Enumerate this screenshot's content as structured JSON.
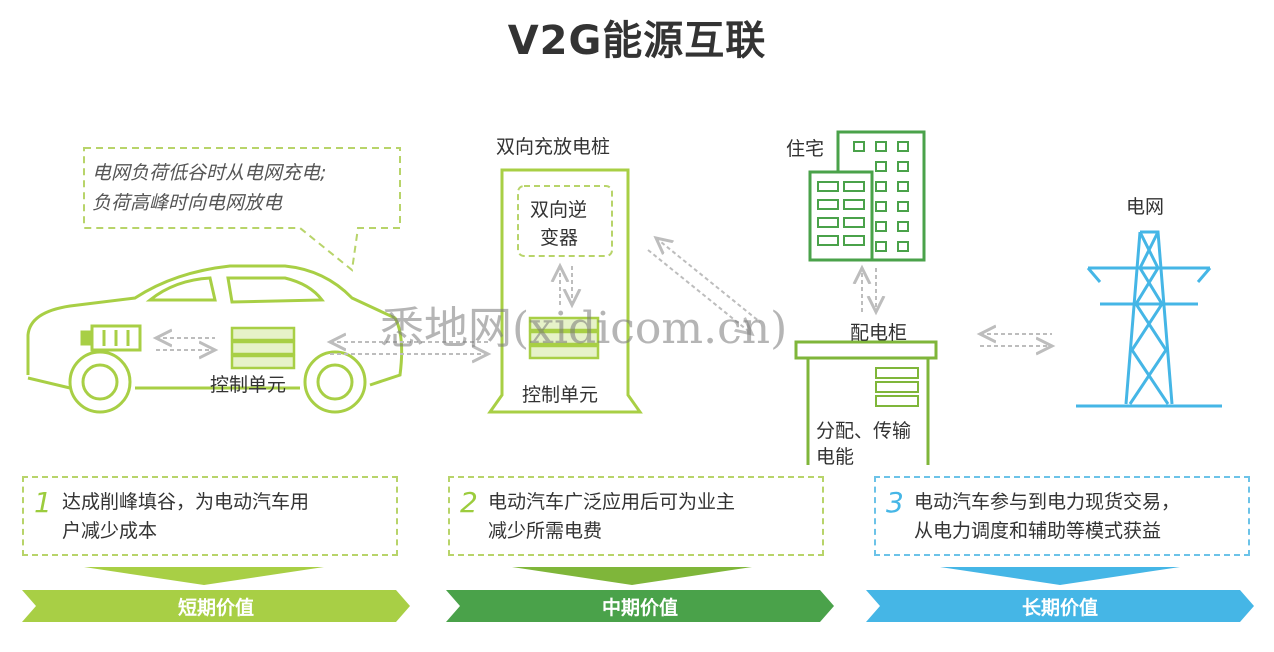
{
  "title": "V2G能源互联",
  "callout": {
    "line1": "电网负荷低谷时从电网充电;",
    "line2": "负荷高峰时向电网放电"
  },
  "car": {
    "control_unit_label": "控制单元"
  },
  "pile": {
    "title": "双向充放电桩",
    "inverter_line1": "双向逆",
    "inverter_line2": "变器",
    "control_unit_label": "控制单元"
  },
  "residence": {
    "label": "住宅"
  },
  "cabinet": {
    "label": "配电柜",
    "desc_line1": "分配、传输",
    "desc_line2": "电能"
  },
  "grid": {
    "label": "电网"
  },
  "watermark": "悉地网(xidicom.cn)",
  "values": [
    {
      "num": "1",
      "line1": "达成削峰填谷，为电动汽车用",
      "line2": "户减少成本",
      "bar": "短期价值"
    },
    {
      "num": "2",
      "line1": "电动汽车广泛应用后可为业主",
      "line2": "减少所需电费",
      "bar": "中期价值"
    },
    {
      "num": "3",
      "line1": "电动汽车参与到电力现货交易，",
      "line2": "从电力调度和辅助等模式获益",
      "bar": "长期价值"
    }
  ],
  "colors": {
    "green_light": "#a8cf45",
    "green_mid": "#7fb63a",
    "green_dark": "#4aa24a",
    "blue": "#45b6e6",
    "arrow_gray": "#bdbdbd"
  },
  "icons": [
    "speech-bubble-icon",
    "car-icon",
    "battery-icon",
    "charging-pile-icon",
    "building-icon",
    "cabinet-icon",
    "power-tower-icon"
  ]
}
